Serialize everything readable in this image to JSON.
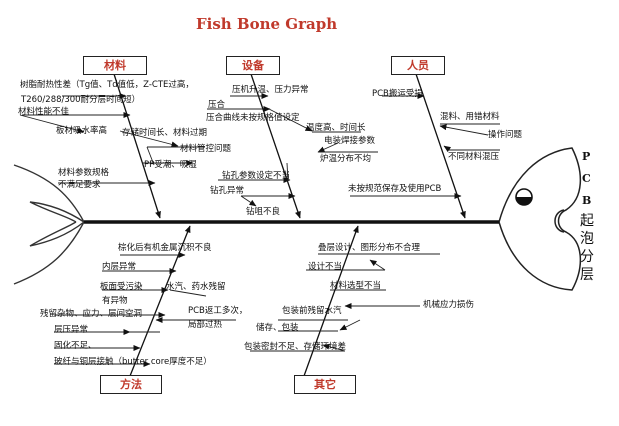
{
  "title": "Fish Bone Graph",
  "categories": {
    "materials": "材料",
    "equipment": "设备",
    "people": "人员",
    "method": "方法",
    "other": "其它"
  },
  "head": {
    "letters": [
      "P",
      "C",
      "B"
    ],
    "effect": [
      "起",
      "泡",
      "分",
      "层"
    ]
  },
  "causes": {
    "materials": {
      "resin_heat": "树脂耐热性差（Tg值、Td值低，Z-CTE过高，",
      "resin_heat_2": "T260/288/300耐分层时间短）",
      "material_property": "材料性能不佳",
      "water_absorption": "板材吸水率高",
      "storage_expired": "存储时间长、材料过期",
      "material_control": "材料管控问题",
      "pp_damp": "PP受潮、吸湿",
      "spec_mismatch": "材料参数规格",
      "spec_mismatch_2": "不满足要求"
    },
    "equipment": {
      "press_temp": "压机升温、压力异常",
      "press": "压合",
      "press_curve": "压合曲线未按规格值设定",
      "temp_time": "温度高、时间长",
      "solder_param": "电装焊接参数",
      "oven_uneven": "炉温分布不均",
      "drill_param": "钻孔参数设定不当",
      "drill_abnormal": "钻孔异常",
      "drill_bad": "钻咀不良"
    },
    "people": {
      "pcb_handling": "PCB搬运受损",
      "wrong_material": "混料、用错材料",
      "operation": "操作问题",
      "wrong_press": "不同材料混压",
      "improper_storage": "未按规范保存及使用PCB"
    },
    "method": {
      "brown_oxide": "棕化后有机金属沉积不良",
      "inner_abnormal": "内层异常",
      "board_contam": "板面受污染",
      "moisture": "水汽、药水残留",
      "foreign_matter": "有异物",
      "residue": "残留杂物、应力、层间空洞",
      "pcb_rework": "PCB返工多次，",
      "local_overheat": "局部过热",
      "layer_abnormal": "层压异常",
      "curing": "固化不足、",
      "glass_copper": "玻纤与铜层接触（butter core厚度不足）"
    },
    "other": {
      "stack_design": "叠层设计、图形分布不合理",
      "design_improper": "设计不当",
      "material_select": "材料选型不当",
      "mech_stress": "机械应力损伤",
      "package_moisture": "包装前残留水汽",
      "storage_pack": "储存、包装",
      "pack_seal": "包装密封不足、存储环境差"
    }
  }
}
